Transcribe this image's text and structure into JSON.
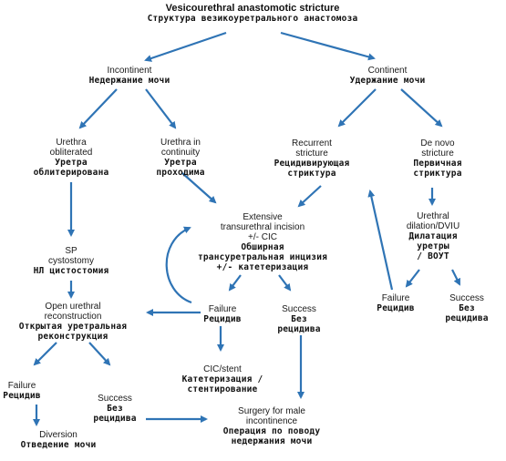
{
  "title": {
    "en": "Vesicourethral anastomotic stricture",
    "ru": "Структура везикоуретрального анастомоза"
  },
  "nodes": {
    "incontinent": {
      "en": [
        "Incontinent"
      ],
      "ru": [
        "Недержание мочи"
      ]
    },
    "continent": {
      "en": [
        "Continent"
      ],
      "ru": [
        "Удержание мочи"
      ]
    },
    "urethra_obliterated": {
      "en": [
        "Urethra",
        "obliterated"
      ],
      "ru": [
        "Уретра",
        "облитерирована"
      ]
    },
    "urethra_continuity": {
      "en": [
        "Urethra in",
        "continuity"
      ],
      "ru": [
        "Уретра",
        "проходима"
      ]
    },
    "recurrent": {
      "en": [
        "Recurrent",
        "stricture"
      ],
      "ru": [
        "Рецидивирующая",
        "стриктура"
      ]
    },
    "de_novo": {
      "en": [
        "De novo",
        "stricture"
      ],
      "ru": [
        "Первичная",
        "стриктура"
      ]
    },
    "extensive_incision": {
      "en": [
        "Extensive",
        "transurethral incision",
        "+/- CIC"
      ],
      "ru": [
        "Обширная",
        "трансуретральная инцизия",
        "+/- катетеризация"
      ]
    },
    "sp_cystostomy": {
      "en": [
        "SP",
        "cystostomy"
      ],
      "ru": [
        "НЛ цистостомия"
      ]
    },
    "urethral_dilation": {
      "en": [
        "Urethral",
        "dilation/DVIU"
      ],
      "ru": [
        "Дилатация",
        "уретры",
        "/ ВОУТ"
      ]
    },
    "open_reconstruction": {
      "en": [
        "Open urethral",
        "reconstruction"
      ],
      "ru": [
        "Открытая уретральная",
        "реконструкция"
      ]
    },
    "failure_center": {
      "en": [
        "Failure"
      ],
      "ru": [
        "Рецидив"
      ]
    },
    "success_center": {
      "en": [
        "Success"
      ],
      "ru": [
        "Без",
        "рецидива"
      ]
    },
    "failure_right": {
      "en": [
        "Failure"
      ],
      "ru": [
        "Рецидив"
      ]
    },
    "success_right": {
      "en": [
        "Success"
      ],
      "ru": [
        "Без",
        "рецидива"
      ]
    },
    "cic_stent": {
      "en": [
        "CIC/stent"
      ],
      "ru": [
        "Катетеризация /",
        "стентирование"
      ]
    },
    "failure_left": {
      "en": [
        "Failure"
      ],
      "ru": [
        "Рецидив"
      ]
    },
    "success_left": {
      "en": [
        "Success"
      ],
      "ru": [
        "Без",
        "рецидива"
      ]
    },
    "diversion": {
      "en": [
        "Diversion"
      ],
      "ru": [
        "Отведение мочи"
      ]
    },
    "surgery_incontinence": {
      "en": [
        "Surgery for male",
        "incontinence"
      ],
      "ru": [
        "Операция по поводу",
        "недержания мочи"
      ]
    }
  },
  "colors": {
    "arrow": "#2f74b5",
    "text": "#111111"
  }
}
